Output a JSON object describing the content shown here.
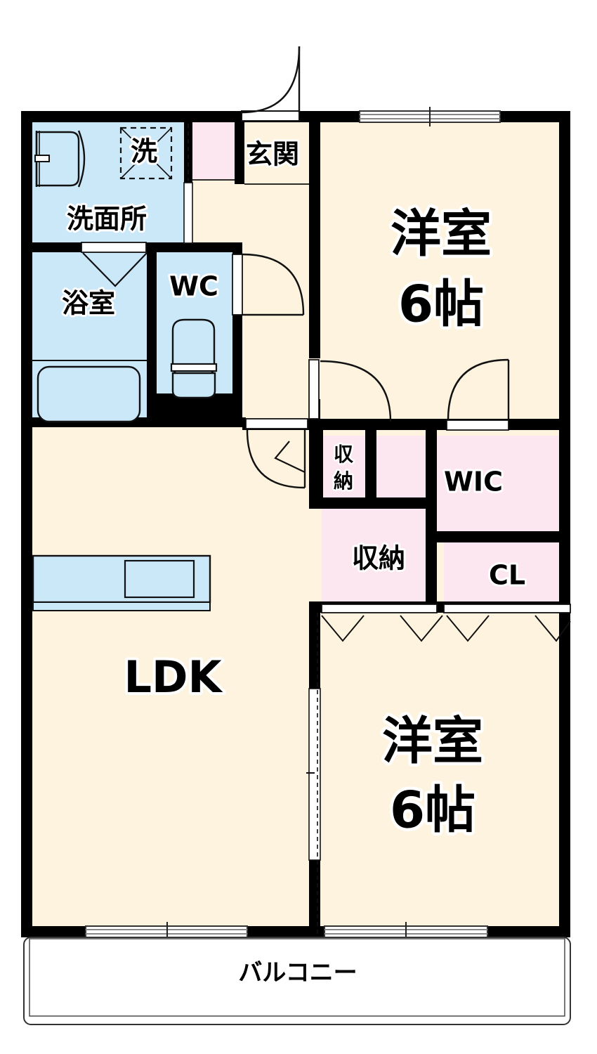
{
  "document": {
    "type": "floor-plan",
    "title": "2LDK apartment floor plan",
    "orientation": "plan-view"
  },
  "colors": {
    "wall": "#000000",
    "room_floor": "#fdf3de",
    "water_area": "#cbe8f9",
    "storage_area": "#fce6ef",
    "outline": "#1a1a1a",
    "background": "#ffffff",
    "fixture_line": "#111111"
  },
  "rooms": [
    {
      "id": "ldk",
      "label": "LDK",
      "sublabel": "",
      "fill": "room_floor"
    },
    {
      "id": "bedroom1",
      "label": "洋室",
      "sublabel": "6帖",
      "fill": "room_floor"
    },
    {
      "id": "bedroom2",
      "label": "洋室",
      "sublabel": "6帖",
      "fill": "room_floor"
    },
    {
      "id": "entrance",
      "label": "玄関",
      "sublabel": "",
      "fill": "room_floor"
    },
    {
      "id": "washroom",
      "label": "洗面所",
      "sublabel": "",
      "fill": "water_area"
    },
    {
      "id": "bathroom",
      "label": "浴室",
      "sublabel": "",
      "fill": "water_area"
    },
    {
      "id": "toilet",
      "label": "WC",
      "sublabel": "",
      "fill": "water_area"
    },
    {
      "id": "washer",
      "label": "洗",
      "sublabel": "",
      "fill": "water_area"
    },
    {
      "id": "wic",
      "label": "WIC",
      "sublabel": "",
      "fill": "storage_area"
    },
    {
      "id": "closet-cl",
      "label": "CL",
      "sublabel": "",
      "fill": "storage_area"
    },
    {
      "id": "storage-1",
      "label": "収納",
      "sublabel": "",
      "fill": "storage_area"
    },
    {
      "id": "storage-2",
      "label": "収納",
      "sublabel": "",
      "fill": "storage_area"
    },
    {
      "id": "shoe-box",
      "label": "",
      "sublabel": "",
      "fill": "storage_area"
    },
    {
      "id": "balcony",
      "label": "バルコニー",
      "sublabel": "",
      "fill": "background"
    }
  ],
  "labels": {
    "ldk": "LDK",
    "bedroom_upper_name": "洋室",
    "bedroom_upper_size": "6帖",
    "bedroom_lower_name": "洋室",
    "bedroom_lower_size": "6帖",
    "entrance": "玄関",
    "washroom": "洗面所",
    "bathroom": "浴室",
    "toilet": "WC",
    "washer": "洗",
    "wic": "WIC",
    "closet": "CL",
    "storage_narrow": "収納",
    "storage_main": "収納",
    "balcony": "バルコニー"
  },
  "fixtures": [
    {
      "name": "vanity-sink",
      "room": "washroom"
    },
    {
      "name": "washing-machine-pan",
      "room": "washer"
    },
    {
      "name": "bathtub",
      "room": "bathroom"
    },
    {
      "name": "toilet-bowl",
      "room": "toilet"
    },
    {
      "name": "kitchen-counter",
      "room": "ldk"
    },
    {
      "name": "kitchen-sink",
      "room": "ldk"
    }
  ],
  "openings": [
    {
      "name": "entrance-door",
      "type": "swing-door",
      "room": "entrance"
    },
    {
      "name": "bedroom-upper-door-a",
      "type": "swing-door",
      "room": "bedroom1"
    },
    {
      "name": "bedroom-upper-door-b",
      "type": "swing-door",
      "room": "bedroom1"
    },
    {
      "name": "toilet-door",
      "type": "swing-door",
      "room": "toilet"
    },
    {
      "name": "corridor-door",
      "type": "swing-door",
      "room": "ldk"
    },
    {
      "name": "bathroom-door",
      "type": "folding-door",
      "room": "bathroom"
    },
    {
      "name": "washroom-door",
      "type": "sliding-door",
      "room": "washroom"
    },
    {
      "name": "ldk-bedroom-sliding",
      "type": "sliding-door",
      "room": "bedroom2"
    },
    {
      "name": "closet-folding-doors",
      "type": "folding-door",
      "room": "bedroom2"
    },
    {
      "name": "window-bedroom-upper",
      "type": "window",
      "room": "bedroom1"
    },
    {
      "name": "window-ldk-balcony",
      "type": "window",
      "room": "ldk"
    },
    {
      "name": "window-bedroom-lower",
      "type": "window",
      "room": "bedroom2"
    }
  ]
}
